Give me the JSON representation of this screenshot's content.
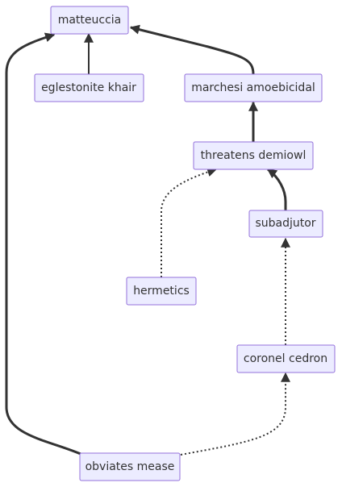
{
  "diagram": {
    "type": "flowchart",
    "direction": "bottom-to-top",
    "colors": {
      "node_fill": "#ececff",
      "node_border": "#9370db",
      "edge": "#333333",
      "text": "#333333",
      "background": "#ffffff"
    },
    "nodes": {
      "matteuccia": "matteuccia",
      "eglestonite_khair": "eglestonite khair",
      "marchesi_amoebicidal": "marchesi amoebicidal",
      "threatens_demiowl": "threatens demiowl",
      "subadjutor": "subadjutor",
      "hermetics": "hermetics",
      "coronel_cedron": "coronel cedron",
      "obviates_mease": "obviates mease"
    },
    "edges": [
      {
        "from": "eglestonite khair",
        "to": "matteuccia",
        "style": "normal"
      },
      {
        "from": "marchesi amoebicidal",
        "to": "matteuccia",
        "style": "thick"
      },
      {
        "from": "obviates mease",
        "to": "matteuccia",
        "style": "thick"
      },
      {
        "from": "threatens demiowl",
        "to": "marchesi amoebicidal",
        "style": "thick"
      },
      {
        "from": "subadjutor",
        "to": "threatens demiowl",
        "style": "thick"
      },
      {
        "from": "hermetics",
        "to": "threatens demiowl",
        "style": "dotted"
      },
      {
        "from": "coronel cedron",
        "to": "subadjutor",
        "style": "dotted"
      },
      {
        "from": "obviates mease",
        "to": "coronel cedron",
        "style": "dotted"
      }
    ]
  }
}
